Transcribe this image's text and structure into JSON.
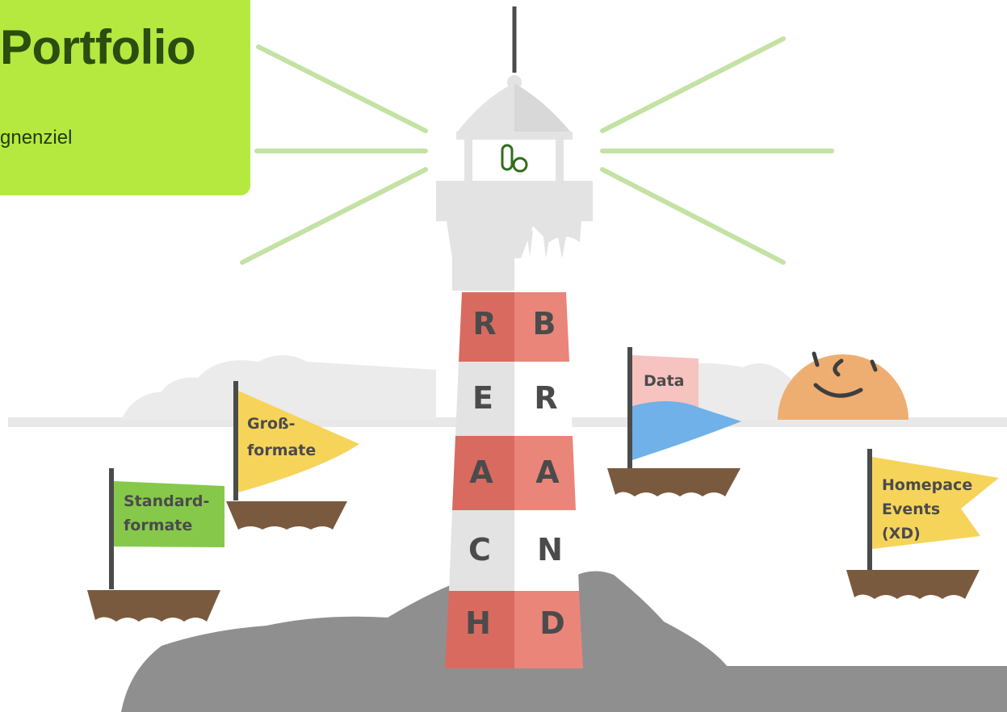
{
  "title_card": {
    "title": "Portfolio",
    "subtitle": "gnenziel"
  },
  "lighthouse": {
    "logo_icon": "kb-logo-icon",
    "left_column": [
      "R",
      "E",
      "A",
      "C",
      "H"
    ],
    "right_column": [
      "B",
      "R",
      "A",
      "N",
      "D"
    ],
    "colors": {
      "red_dark": "#d96a60",
      "red_light": "#ea857a",
      "white": "#ffffff",
      "grey": "#e3e3e3",
      "beams": "#c3e2a3"
    }
  },
  "boats": {
    "standard": {
      "label_line1": "Standard-",
      "label_line2": "formate",
      "flag_color": "#86c94a"
    },
    "gross": {
      "label_line1": "Groß-",
      "label_line2": "formate",
      "flag_color": "#f6d45a"
    },
    "data": {
      "label": "Data",
      "flag_color_top": "#f6c3c1",
      "flag_color_bottom": "#6fb1e8"
    },
    "homepace": {
      "label_line1": "Homepace",
      "label_line2": "Events",
      "label_line3": "(XD)",
      "flag_color": "#f6d45a"
    },
    "hull_color": "#7a5a3f"
  },
  "sun": {
    "color": "#eeae71",
    "face_icon": "smiley-face-icon"
  }
}
